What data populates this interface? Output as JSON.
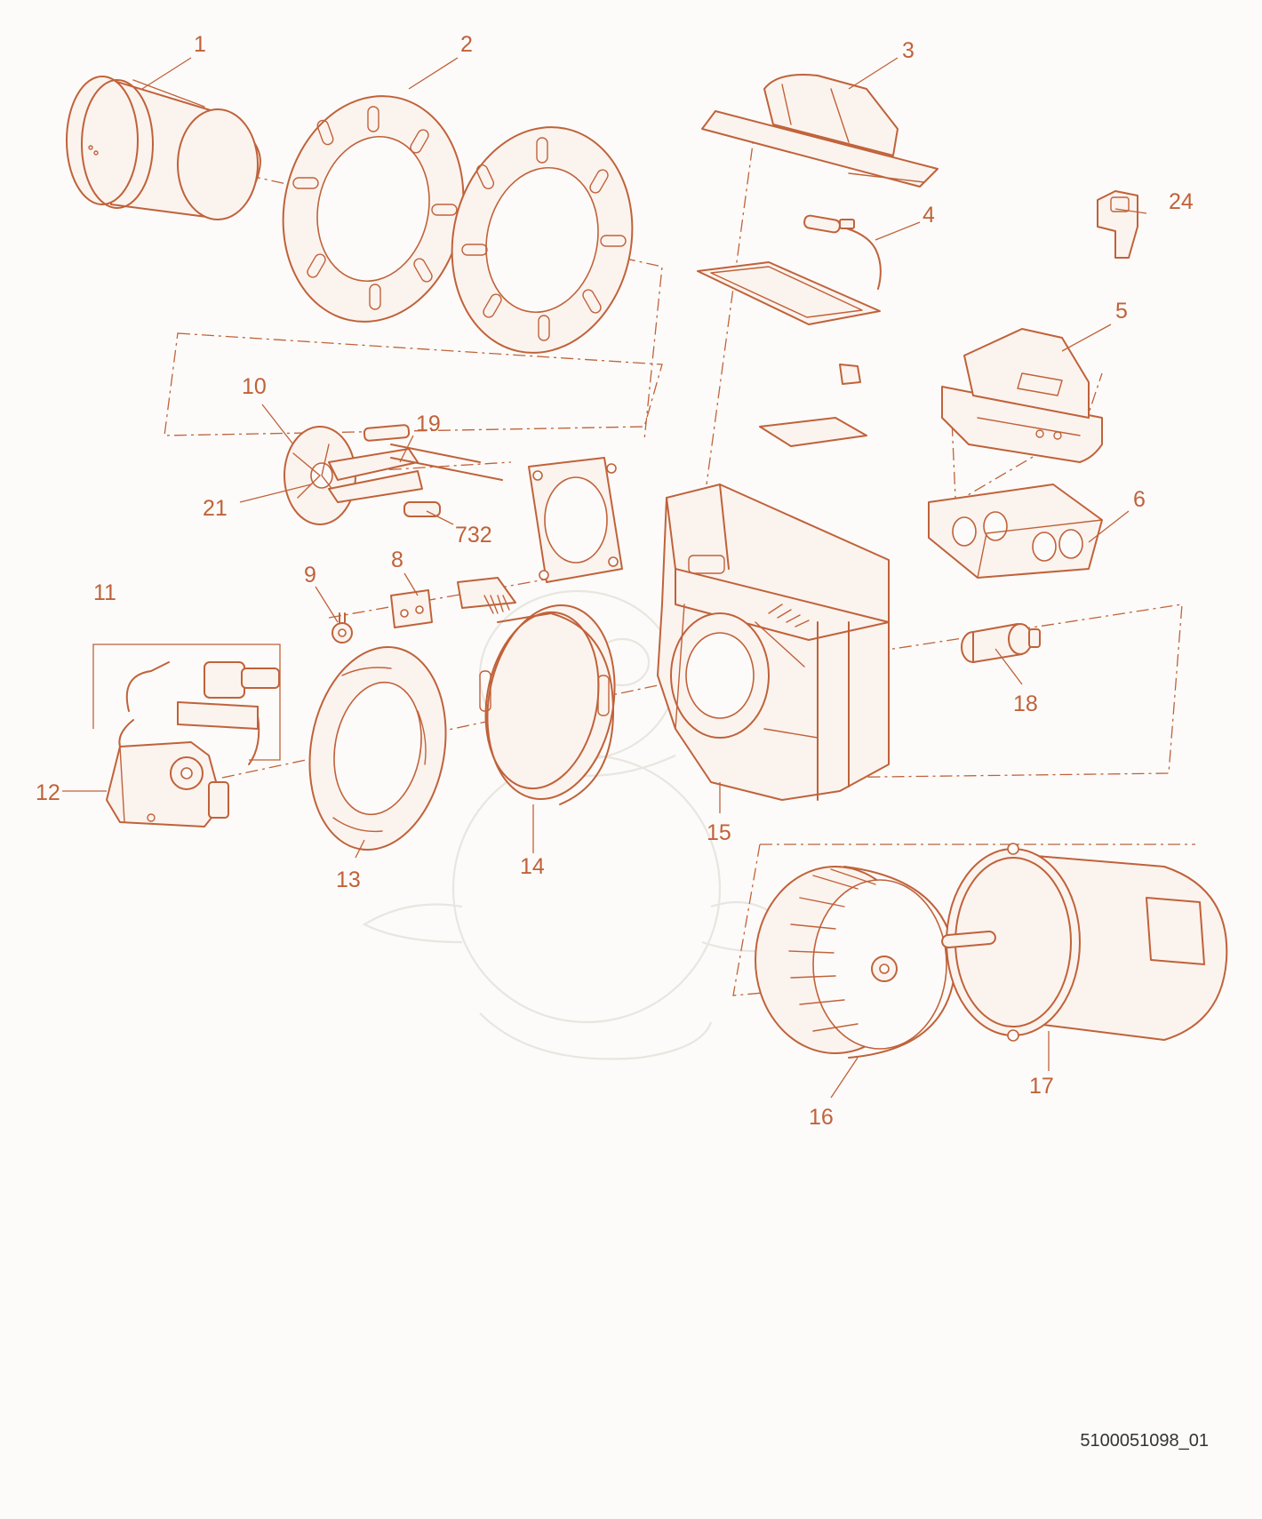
{
  "colors": {
    "ink": "#c0623a",
    "text": "#333333"
  },
  "drawing_id": "5100051098_01",
  "callouts": [
    {
      "id": "1",
      "label": "1"
    },
    {
      "id": "2",
      "label": "2"
    },
    {
      "id": "3",
      "label": "3"
    },
    {
      "id": "4",
      "label": "4"
    },
    {
      "id": "5",
      "label": "5"
    },
    {
      "id": "6",
      "label": "6"
    },
    {
      "id": "8",
      "label": "8"
    },
    {
      "id": "9",
      "label": "9"
    },
    {
      "id": "10",
      "label": "10"
    },
    {
      "id": "11",
      "label": "11"
    },
    {
      "id": "12",
      "label": "12"
    },
    {
      "id": "13",
      "label": "13"
    },
    {
      "id": "14",
      "label": "14"
    },
    {
      "id": "15",
      "label": "15"
    },
    {
      "id": "16",
      "label": "16"
    },
    {
      "id": "17",
      "label": "17"
    },
    {
      "id": "18",
      "label": "18"
    },
    {
      "id": "19",
      "label": "19"
    },
    {
      "id": "21",
      "label": "21"
    },
    {
      "id": "24",
      "label": "24"
    },
    {
      "id": "732",
      "label": "732"
    }
  ]
}
